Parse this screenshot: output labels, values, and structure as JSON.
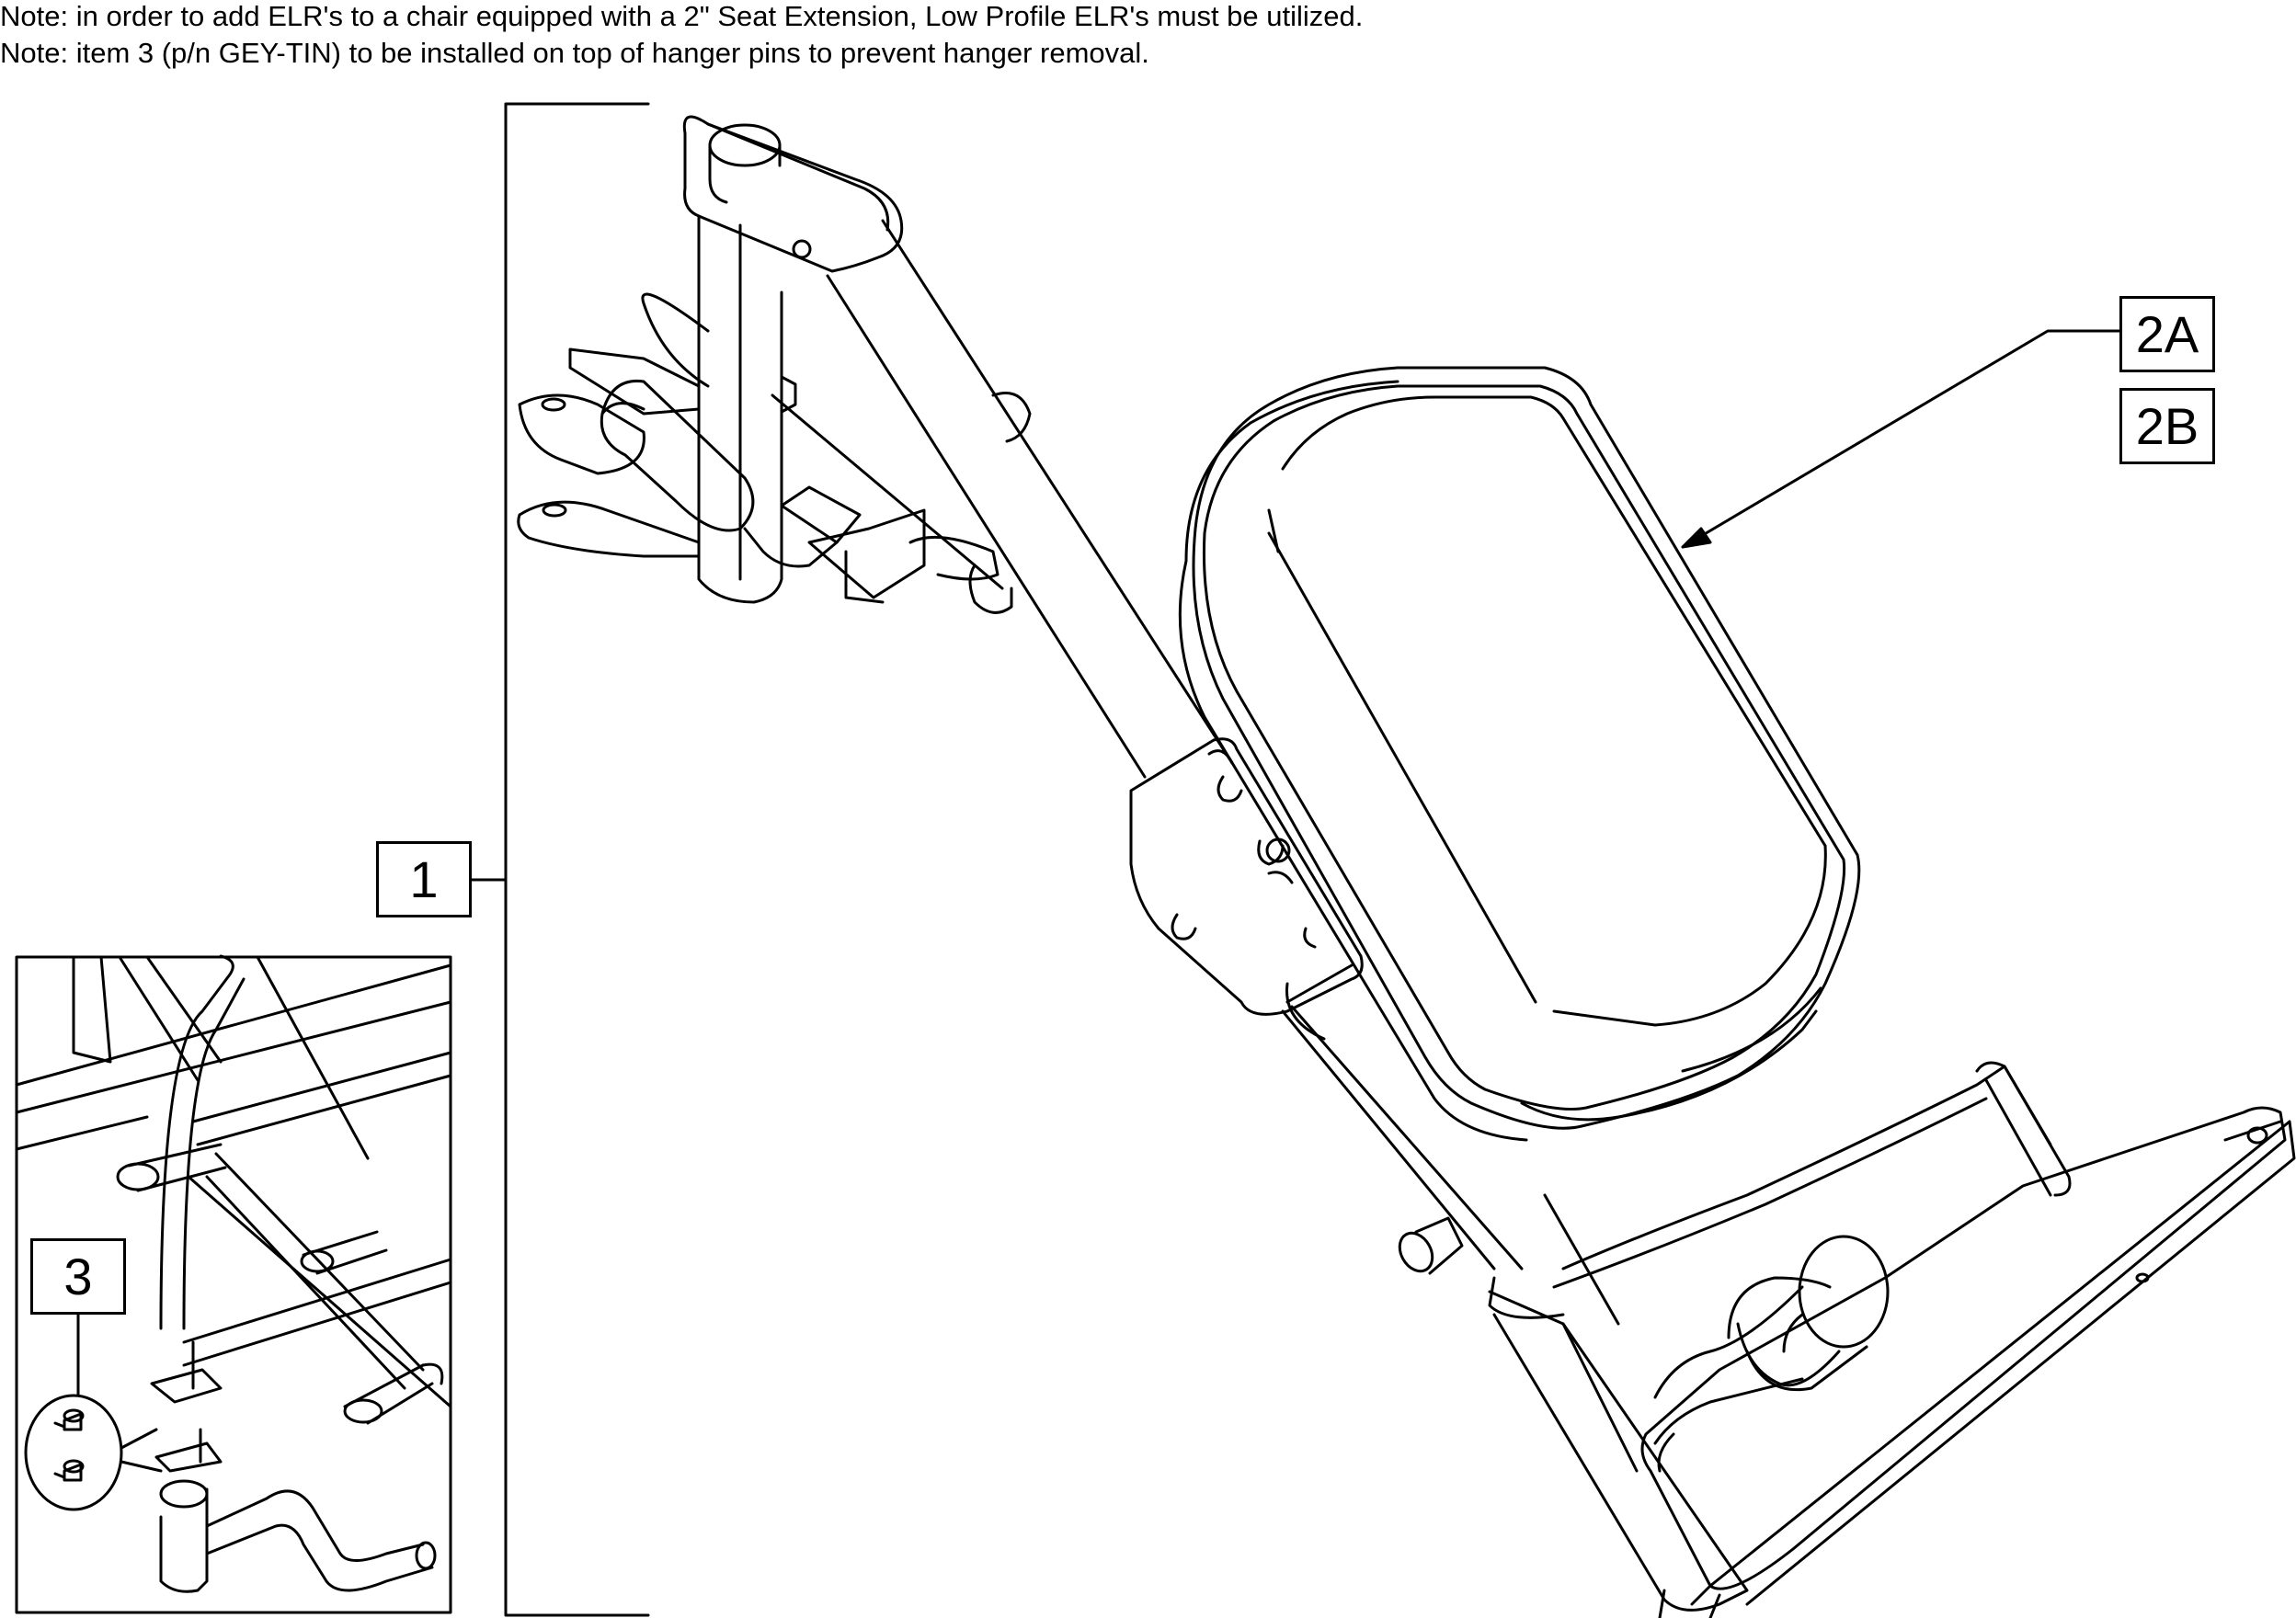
{
  "notes": [
    "Note: in order to add ELR's to a chair equipped with a 2\" Seat Extension, Low Profile ELR's must be utilized.",
    "Note: item 3 (p/n GEY-TIN) to be installed on top of hanger pins to prevent hanger removal."
  ],
  "callouts": {
    "item_1": "1",
    "item_2a": "2A",
    "item_2b": "2B",
    "item_3": "3"
  },
  "colors": {
    "line": "#000000",
    "background": "#ffffff"
  }
}
